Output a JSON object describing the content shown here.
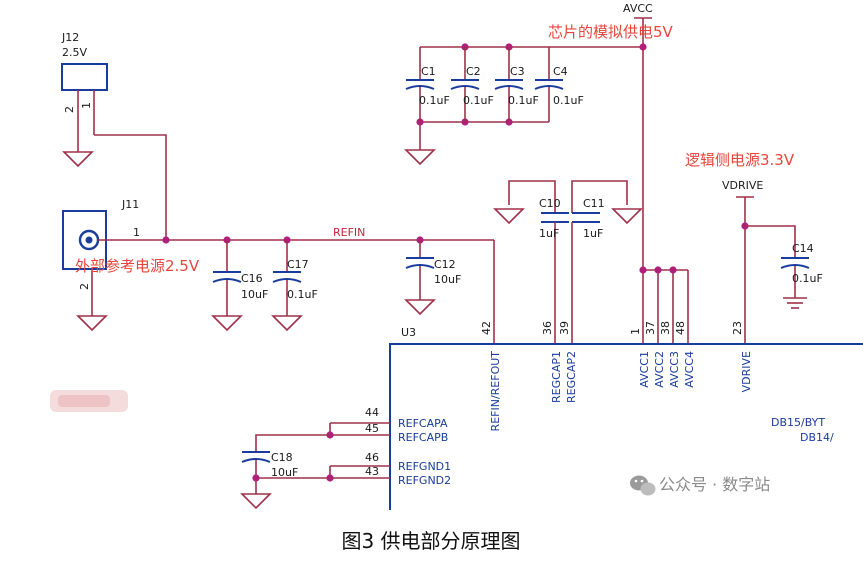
{
  "figure": {
    "caption": "图3 供电部分原理图",
    "watermark": "公众号 · 数字站",
    "watermark_icon": "wechat-icon"
  },
  "annotations": {
    "analog_supply": "芯片的模拟供电5V",
    "logic_supply": "逻辑侧电源3.3V",
    "external_ref": "外部参考电源2.5V"
  },
  "nets": {
    "avcc": "AVCC",
    "vdrive": "VDRIVE",
    "refin": "REFIN"
  },
  "j12": {
    "ref": "J12",
    "value": "2.5V",
    "pin1": "1",
    "pin2": "2"
  },
  "j11": {
    "ref": "J11",
    "pin1": "1",
    "pin2": "2"
  },
  "caps": {
    "c1": {
      "ref": "C1",
      "value": "0.1uF"
    },
    "c2": {
      "ref": "C2",
      "value": "0.1uF"
    },
    "c3": {
      "ref": "C3",
      "value": "0.1uF"
    },
    "c4": {
      "ref": "C4",
      "value": "0.1uF"
    },
    "c10": {
      "ref": "C10",
      "value": "1uF"
    },
    "c11": {
      "ref": "C11",
      "value": "1uF"
    },
    "c12": {
      "ref": "C12",
      "value": "10uF"
    },
    "c14": {
      "ref": "C14",
      "value": "0.1uF"
    },
    "c16": {
      "ref": "C16",
      "value": "10uF"
    },
    "c17": {
      "ref": "C17",
      "value": "0.1uF"
    },
    "c18": {
      "ref": "C18",
      "value": "10uF"
    }
  },
  "u3": {
    "ref": "U3",
    "top_pins": [
      {
        "num": "42",
        "name": "REFIN/REFOUT"
      },
      {
        "num": "36",
        "name": "REGCAP1"
      },
      {
        "num": "39",
        "name": "REGCAP2"
      },
      {
        "num": "1",
        "name": "AVCC1"
      },
      {
        "num": "37",
        "name": "AVCC2"
      },
      {
        "num": "38",
        "name": "AVCC3"
      },
      {
        "num": "48",
        "name": "AVCC4"
      },
      {
        "num": "23",
        "name": "VDRIVE"
      }
    ],
    "left_pins": [
      {
        "num": "44",
        "name": "REFCAPA"
      },
      {
        "num": "45",
        "name": "REFCAPB"
      },
      {
        "num": "46",
        "name": "REFGND1"
      },
      {
        "num": "43",
        "name": "REFGND2"
      }
    ],
    "right_labels": [
      "DB15/BYT",
      "DB14/"
    ]
  }
}
